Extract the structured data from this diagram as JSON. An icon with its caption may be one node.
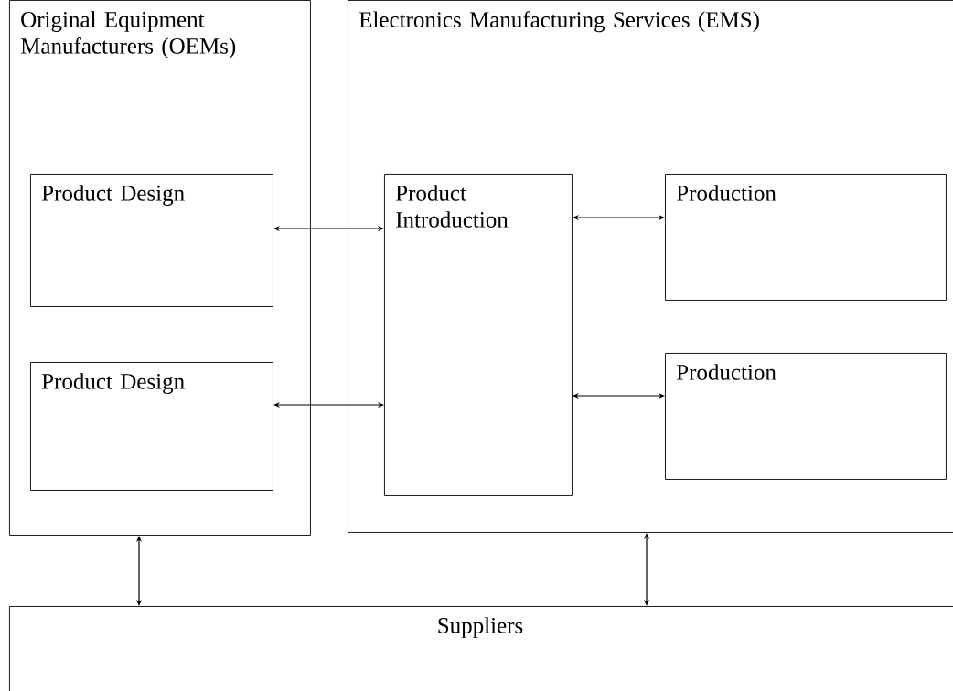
{
  "diagram": {
    "nodes": [
      {
        "text": [
          "Original Equipment Manufacturers (OEMs)"
        ]
      },
      {
        "text": [
          "Product Design"
        ],
        "in": 0
      },
      {
        "text": [
          "Product Design"
        ],
        "in": 0
      },
      {
        "text": [
          "Electronics Manufacturing Services (EMS)"
        ]
      },
      {
        "text": [
          "Product Introduction"
        ],
        "in": 3
      },
      {
        "text": [
          "Production"
        ],
        "in": 3
      },
      {
        "text": [
          "Production"
        ],
        "in": 3
      },
      {
        "text": [
          "Suppliers"
        ]
      }
    ],
    "edges": [
      {
        "from": 1,
        "to": 4,
        "arrow": "both"
      },
      {
        "from": 2,
        "to": 4,
        "arrow": "both"
      },
      {
        "from": 4,
        "to": 5,
        "arrow": "both"
      },
      {
        "from": 4,
        "to": 6,
        "arrow": "both"
      },
      {
        "from": 0,
        "to": 7,
        "arrow": "both"
      },
      {
        "from": 3,
        "to": 7,
        "arrow": "both"
      }
    ]
  }
}
